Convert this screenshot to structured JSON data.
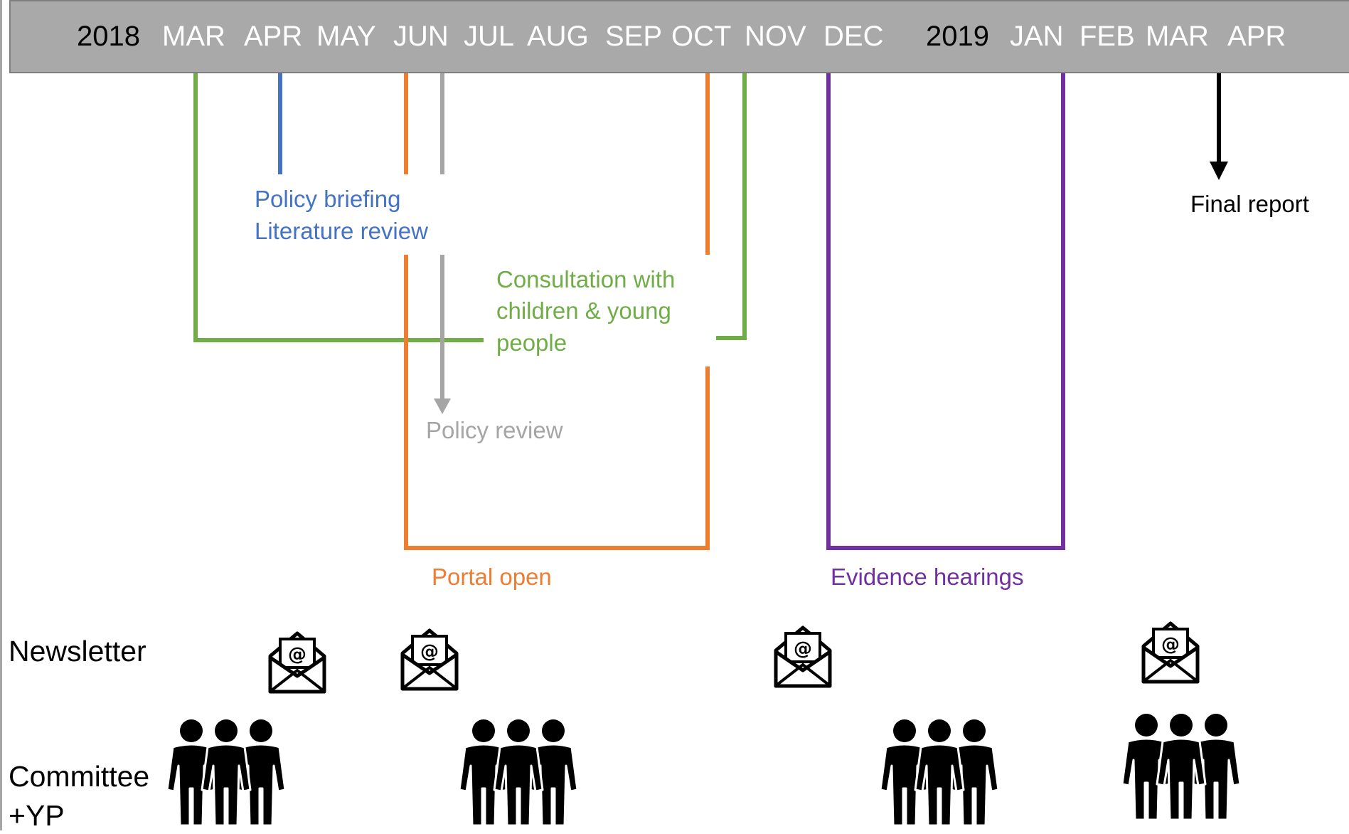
{
  "timeline": {
    "labels": [
      {
        "text": "2018",
        "kind": "year"
      },
      {
        "text": "MAR",
        "kind": "month"
      },
      {
        "text": "APR",
        "kind": "month"
      },
      {
        "text": "MAY",
        "kind": "month"
      },
      {
        "text": "JUN",
        "kind": "month"
      },
      {
        "text": "JUL",
        "kind": "month"
      },
      {
        "text": "AUG",
        "kind": "month"
      },
      {
        "text": "SEP",
        "kind": "month"
      },
      {
        "text": "OCT",
        "kind": "month"
      },
      {
        "text": "NOV",
        "kind": "month"
      },
      {
        "text": "DEC",
        "kind": "month"
      },
      {
        "text": "2019",
        "kind": "year"
      },
      {
        "text": "JAN",
        "kind": "month"
      },
      {
        "text": "FEB",
        "kind": "month"
      },
      {
        "text": "MAR",
        "kind": "month"
      },
      {
        "text": "APR",
        "kind": "month"
      }
    ]
  },
  "activities": {
    "policy_briefing": "Policy briefing",
    "literature_review": "Literature review",
    "consultation": [
      "Consultation with",
      "children & young",
      "people"
    ],
    "policy_review": "Policy review",
    "portal_open": "Portal open",
    "evidence_hearings": "Evidence hearings",
    "final_report": "Final report"
  },
  "rows": {
    "newsletter": "Newsletter",
    "committee": [
      "Committee",
      "+YP"
    ]
  },
  "colors": {
    "green": "#70ad47",
    "blue": "#4472c4",
    "orange": "#ed7d31",
    "grey": "#a5a5a5",
    "purple": "#7030a0",
    "black": "#000000"
  },
  "icons": {
    "newsletter": "email-envelope-icon",
    "committee": "group-of-people-icon"
  }
}
